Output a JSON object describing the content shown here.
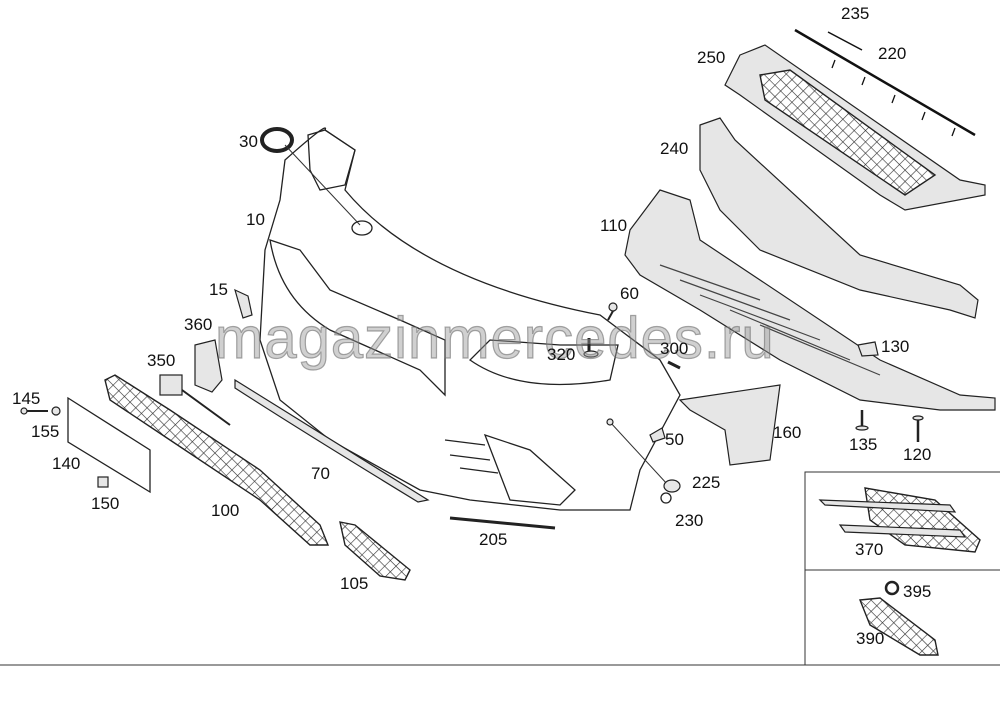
{
  "watermark": "magazinmercedes.ru",
  "part_labels": {
    "p235": "235",
    "p250": "250",
    "p220": "220",
    "p30": "30",
    "p240": "240",
    "p10": "10",
    "p110": "110",
    "p15": "15",
    "p60": "60",
    "p360": "360",
    "p320": "320",
    "p300": "300",
    "p130": "130",
    "p350": "350",
    "p145": "145",
    "p155": "155",
    "p140": "140",
    "p150": "150",
    "p100": "100",
    "p70": "70",
    "p50": "50",
    "p160": "160",
    "p135": "135",
    "p120": "120",
    "p225": "225",
    "p230": "230",
    "p205": "205",
    "p105": "105",
    "p370": "370",
    "p395": "395",
    "p390": "390"
  }
}
